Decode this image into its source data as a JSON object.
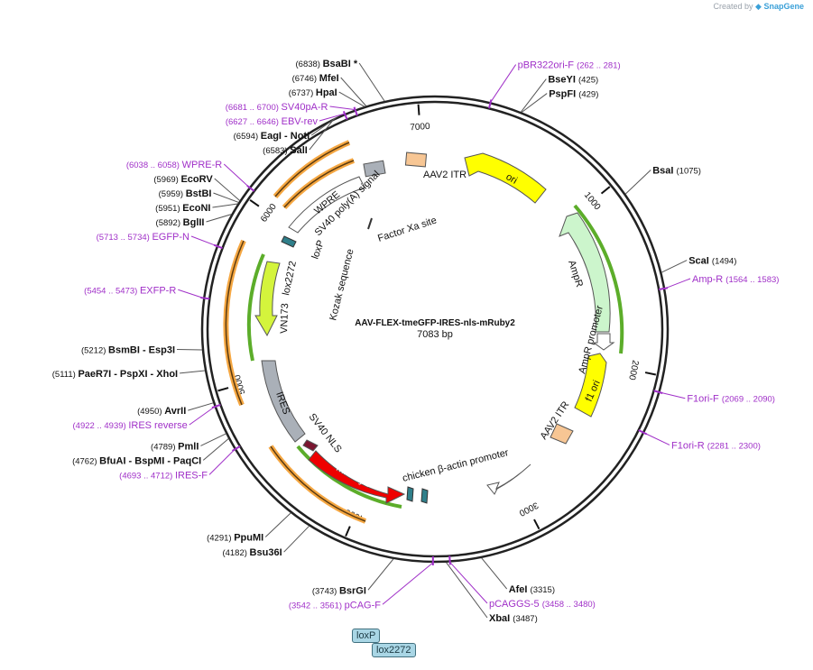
{
  "app": {
    "credit_prefix": "Created by",
    "credit_logo": "SnapGene"
  },
  "plasmid": {
    "name": "AAV-FLEX-tmeGFP-IRES-nls-mRuby2",
    "size": "7083 bp"
  },
  "ticks": [
    {
      "label": "1000",
      "bp": 1000
    },
    {
      "label": "2000",
      "bp": 2000
    },
    {
      "label": "3000",
      "bp": 3000
    },
    {
      "label": "4000",
      "bp": 4000
    },
    {
      "label": "5000",
      "bp": 5000
    },
    {
      "label": "6000",
      "bp": 6000
    },
    {
      "label": "7000",
      "bp": 7000
    }
  ],
  "site_labels": [
    {
      "pos": "(262 .. 281)",
      "name": "pBR322ori-F",
      "kind": "primer",
      "bp": 271
    },
    {
      "pos": "(425)",
      "name": "BseYI",
      "kind": "enzyme",
      "bp": 425
    },
    {
      "pos": "(429)",
      "name": "PspFI",
      "kind": "enzyme",
      "bp": 429
    },
    {
      "pos": "(1075)",
      "name": "BsaI",
      "kind": "enzyme",
      "bp": 1075
    },
    {
      "pos": "(1494)",
      "name": "ScaI",
      "kind": "enzyme",
      "bp": 1494
    },
    {
      "pos": "(1564 .. 1583)",
      "name": "Amp-R",
      "kind": "primer",
      "bp": 1573
    },
    {
      "pos": "(2069 .. 2090)",
      "name": "F1ori-F",
      "kind": "primer",
      "bp": 2080
    },
    {
      "pos": "(2281 .. 2300)",
      "name": "F1ori-R",
      "kind": "primer",
      "bp": 2290
    },
    {
      "pos": "(3315)",
      "name": "AfeI",
      "kind": "enzyme",
      "bp": 3315
    },
    {
      "pos": "(3458 .. 3480)",
      "name": "pCAGGS-5",
      "kind": "primer",
      "bp": 3469
    },
    {
      "pos": "(3487)",
      "name": "XbaI",
      "kind": "enzyme",
      "bp": 3487
    },
    {
      "pos": "(3542 .. 3561)",
      "name": "pCAG-F",
      "kind": "primer",
      "bp": 3551
    },
    {
      "pos": "(3743)",
      "name": "BsrGI",
      "kind": "enzyme",
      "bp": 3743
    },
    {
      "pos": "(4182)",
      "name": "Bsu36I",
      "kind": "enzyme",
      "bp": 4182
    },
    {
      "pos": "(4291)",
      "name": "PpuMI",
      "kind": "enzyme",
      "bp": 4291
    },
    {
      "pos": "(4693 .. 4712)",
      "name": "IRES-F",
      "kind": "primer",
      "bp": 4702
    },
    {
      "pos": "(4762)",
      "name": "BfuAI  -  BspMI  -  PaqCI",
      "kind": "enzyme",
      "bp": 4762
    },
    {
      "pos": "(4789)",
      "name": "PmlI",
      "kind": "enzyme",
      "bp": 4789
    },
    {
      "pos": "(4922 .. 4939)",
      "name": "IRES reverse",
      "kind": "primer",
      "bp": 4930
    },
    {
      "pos": "(4950)",
      "name": "AvrII",
      "kind": "enzyme",
      "bp": 4950
    },
    {
      "pos": "(5111)",
      "name": "PaeR7I  -  PspXI  -  XhoI",
      "kind": "enzyme",
      "bp": 5111
    },
    {
      "pos": "(5212)",
      "name": "BsmBI  -  Esp3I",
      "kind": "enzyme",
      "bp": 5212
    },
    {
      "pos": "(5454 .. 5473)",
      "name": "EXFP-R",
      "kind": "primer",
      "bp": 5463
    },
    {
      "pos": "(5713 .. 5734)",
      "name": "EGFP-N",
      "kind": "primer",
      "bp": 5723
    },
    {
      "pos": "(5892)",
      "name": "BglII",
      "kind": "enzyme",
      "bp": 5892
    },
    {
      "pos": "(5951)",
      "name": "EcoNI",
      "kind": "enzyme",
      "bp": 5951
    },
    {
      "pos": "(5959)",
      "name": "BstBI",
      "kind": "enzyme",
      "bp": 5959
    },
    {
      "pos": "(5969)",
      "name": "EcoRV",
      "kind": "enzyme",
      "bp": 5969
    },
    {
      "pos": "(6038 .. 6058)",
      "name": "WPRE-R",
      "kind": "primer",
      "bp": 6048
    },
    {
      "pos": "(6583)",
      "name": "SalI",
      "kind": "enzyme",
      "bp": 6583
    },
    {
      "pos": "(6594)",
      "name": "EagI  -  NotI",
      "kind": "enzyme",
      "bp": 6594
    },
    {
      "pos": "(6627 .. 6646)",
      "name": "EBV-rev",
      "kind": "primer",
      "bp": 6636
    },
    {
      "pos": "(6681 .. 6700)",
      "name": "SV40pA-R",
      "kind": "primer",
      "bp": 6690
    },
    {
      "pos": "(6737)",
      "name": "HpaI",
      "kind": "enzyme",
      "bp": 6737
    },
    {
      "pos": "(6746)",
      "name": "MfeI",
      "kind": "enzyme",
      "bp": 6746
    },
    {
      "pos": "(6838)",
      "name": "BsaBI *",
      "kind": "enzyme",
      "bp": 6838
    }
  ],
  "inner_labels": [
    {
      "text": "AAV2 ITR"
    },
    {
      "text": "ori"
    },
    {
      "text": "AmpR"
    },
    {
      "text": "AmpR promoter"
    },
    {
      "text": "f1 ori"
    },
    {
      "text": "AAV2 ITR"
    },
    {
      "text": "chicken β-actin promoter"
    },
    {
      "text": "mRuby2"
    },
    {
      "text": "SV40 NLS"
    },
    {
      "text": "IRES"
    },
    {
      "text": "VN173"
    },
    {
      "text": "lox2272"
    },
    {
      "text": "loxP"
    },
    {
      "text": "Kozak sequence"
    },
    {
      "text": "Factor Xa site"
    },
    {
      "text": "SV40 poly(A) signal"
    },
    {
      "text": "WPRE"
    }
  ],
  "loxp_pills": [
    {
      "text": "loxP"
    },
    {
      "text": "lox2272"
    }
  ],
  "colors": {
    "enzyme": "#000000",
    "primer": "#a030c8",
    "ori": "#ffff00",
    "ampr": "#ccf5cc",
    "itr": "#f7c694",
    "promoter": "#ffffff",
    "mruby": "#ee0000",
    "ires": "#aab0b8",
    "vn173": "#d4f43c",
    "lox": "#2f7f8a",
    "orange_track": "#f5a742",
    "green_track": "#5cad2a"
  }
}
